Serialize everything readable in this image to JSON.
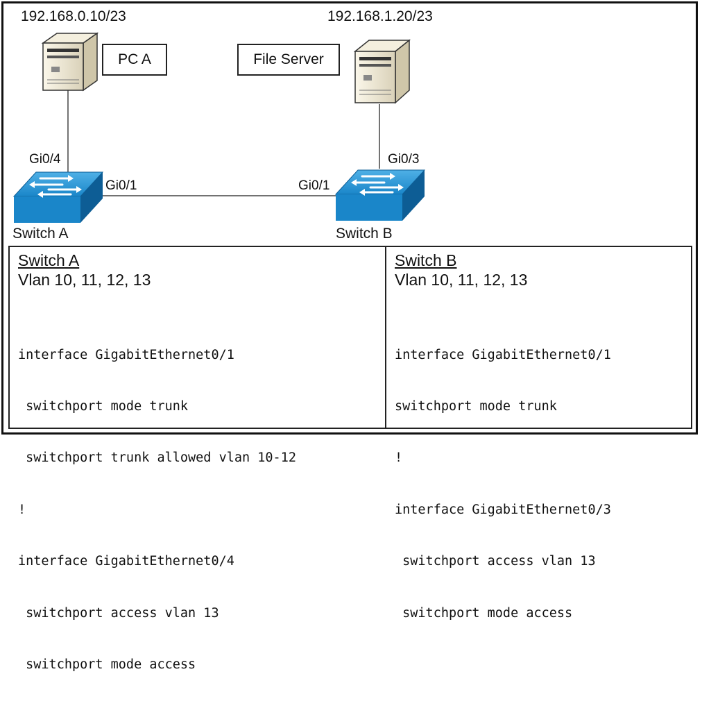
{
  "diagram": {
    "pc_a": {
      "ip": "192.168.0.10/23",
      "label": "PC A"
    },
    "file_server": {
      "ip": "192.168.1.20/23",
      "label": "File Server"
    },
    "switch_a": {
      "label": "Switch A",
      "port_to_pc": "Gi0/4",
      "port_uplink": "Gi0/1"
    },
    "switch_b": {
      "label": "Switch B",
      "port_to_server": "Gi0/3",
      "port_uplink": "Gi0/1"
    },
    "colors": {
      "switch_blue": "#1a86c9",
      "switch_dark": "#0d5d95",
      "server_beige": "#ece5cf"
    }
  },
  "config": {
    "switch_a": {
      "heading": "Switch A",
      "vlans": "Vlan 10, 11, 12, 13",
      "lines": [
        "interface GigabitEthernet0/1",
        " switchport mode trunk",
        " switchport trunk allowed vlan 10-12",
        "!",
        "interface GigabitEthernet0/4",
        " switchport access vlan 13",
        " switchport mode access"
      ]
    },
    "switch_b": {
      "heading": "Switch B",
      "vlans": "Vlan 10, 11, 12, 13",
      "lines": [
        "interface GigabitEthernet0/1",
        "switchport mode trunk",
        "!",
        "interface GigabitEthernet0/3",
        " switchport access vlan 13",
        " switchport mode access"
      ]
    }
  }
}
